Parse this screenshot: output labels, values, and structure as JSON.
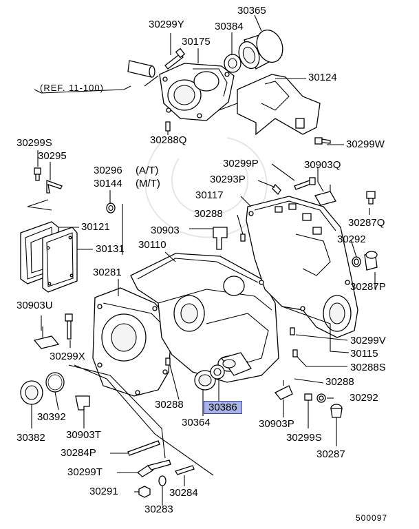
{
  "diagram_id": "500097",
  "reference": "(REF. 11-100)",
  "highlighted_part": "30386",
  "colors": {
    "highlight_fill": "#aab4e6",
    "highlight_border": "#3a4aa8"
  },
  "parts": {
    "p30299Y": "30299Y",
    "p30365": "30365",
    "p30384": "30384",
    "p30175": "30175",
    "p30124": "30124",
    "p30288Q": "30288Q",
    "p30299W": "30299W",
    "p30299S_top": "30299S",
    "p30295": "30295",
    "p30296": "30296",
    "p30296_note": "(A/T)",
    "p30144": "30144",
    "p30144_note": "(M/T)",
    "p30299P": "30299P",
    "p30903Q": "30903Q",
    "p30293P": "30293P",
    "p30117": "30117",
    "p30287Q": "30287Q",
    "p30288_upper": "30288",
    "p30121": "30121",
    "p30903": "30903",
    "p30292_right": "30292",
    "p30131": "30131",
    "p30110": "30110",
    "p30287P": "30287P",
    "p30281": "30281",
    "p30903U": "30903U",
    "p30299V": "30299V",
    "p30115": "30115",
    "p30299X": "30299X",
    "p30288S": "30288S",
    "p30288_right": "30288",
    "p30288_center": "30288",
    "p30386": "30386",
    "p30292_bottom": "30292",
    "p30392": "30392",
    "p30364": "30364",
    "p30903P": "30903P",
    "p30382": "30382",
    "p30903T": "30903T",
    "p30299S_bottom": "30299S",
    "p30284P": "30284P",
    "p30287": "30287",
    "p30299T": "30299T",
    "p30291": "30291",
    "p30284": "30284",
    "p30283": "30283"
  }
}
